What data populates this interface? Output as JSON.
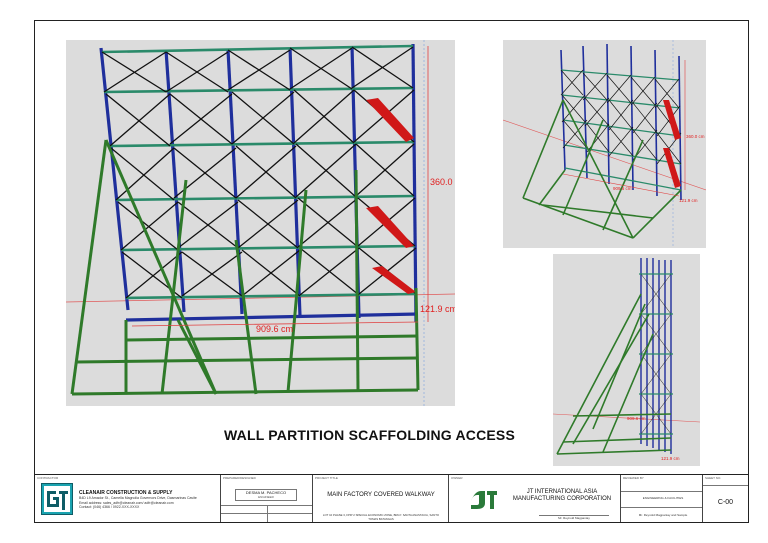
{
  "drawing": {
    "title": "WALL PARTITION SCAFFOLDING ACCESS",
    "dimensions": {
      "height": "360.0 cm",
      "base": "121.9 cm",
      "length": "909.6 cm"
    },
    "colors": {
      "frame": "#2233aa",
      "brace": "#2f7a2a",
      "platform": "#d01818",
      "background": "#dcdcdc"
    }
  },
  "titleblock": {
    "contractor": {
      "caption": "CONTRACTOR",
      "name": "CLEANAIR CONSTRUCTION & SUPPLY",
      "address": "B4D L9 Amador St., Camella Magnolia Governors Drive, Dasmarinas Cavite",
      "email": "Email address: sales_adfr@cleanair.com/ adfr@cleanair.com",
      "phone": "Contact: (046) 4366 / 0922-XXX-XXXX"
    },
    "prepared_by": {
      "caption": "PREPARED/DESIGNED",
      "name": "DESMA M. PACHECO",
      "role": "ENGINEER"
    },
    "project": {
      "caption": "PROJECT TITLE",
      "name": "MAIN FACTORY COVERED WALKWAY",
      "location": "LOT 10 PHASE 3, FPIP 2 SPECIAL ECONOMIC ZONE, BRGY. SANTA ANASTACIA, SANTO TOMAS BATANGAS"
    },
    "owner": {
      "caption": "OWNER",
      "name": "JT INTERNATIONAL ASIA MANUFACTURING CORPORATION",
      "person": "Mr. Reynold Magpantay"
    },
    "review": {
      "caption": "REVIEWED BY",
      "line1": "ENGINEERING & FACILITIES",
      "line2": "Mr. Reynold Magpantay and Sample"
    },
    "sheet": {
      "caption": "SHEET NO.",
      "number": "C-00"
    }
  }
}
